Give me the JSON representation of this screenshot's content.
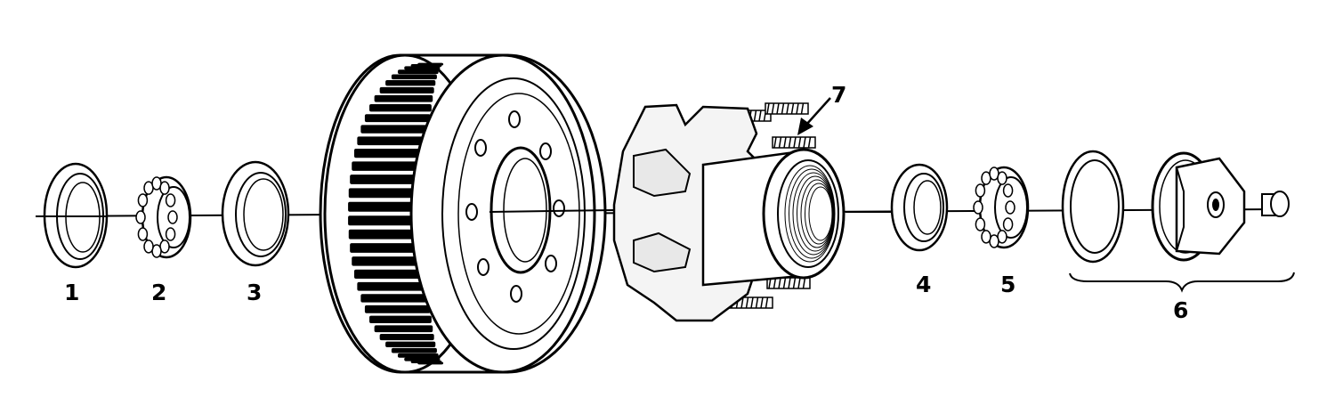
{
  "labels": {
    "part1": "1",
    "part2": "2",
    "part3": "3",
    "part4": "4",
    "part5": "5",
    "part6": "6",
    "part7": "7"
  },
  "colors": {
    "line": "#000000",
    "background": "#ffffff",
    "shade": "#dcdcdc"
  }
}
